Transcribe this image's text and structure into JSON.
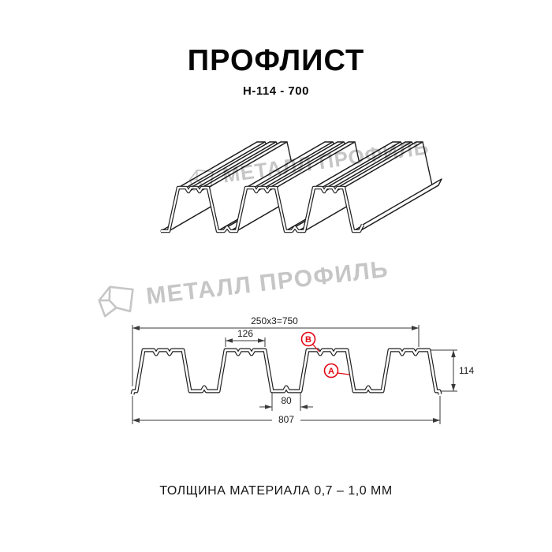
{
  "header": {
    "title": "ПРОФЛИСТ",
    "subtitle": "Н-114 - 700"
  },
  "watermark": {
    "text": "МЕТАЛЛ ПРОФИЛЬ",
    "color": "#c6c6c6"
  },
  "cross_section": {
    "dimensions": {
      "working_width": "250x3=750",
      "rib_top_width": "126",
      "rib_bottom_width": "80",
      "overall_width": "807",
      "profile_height": "114"
    },
    "markers": {
      "side_b": "В",
      "side_a": "А"
    },
    "marker_color": "#e30613"
  },
  "footer": {
    "caption": "ТОЛЩИНА МАТЕРИАЛА 0,7 – 1,0 ММ"
  }
}
